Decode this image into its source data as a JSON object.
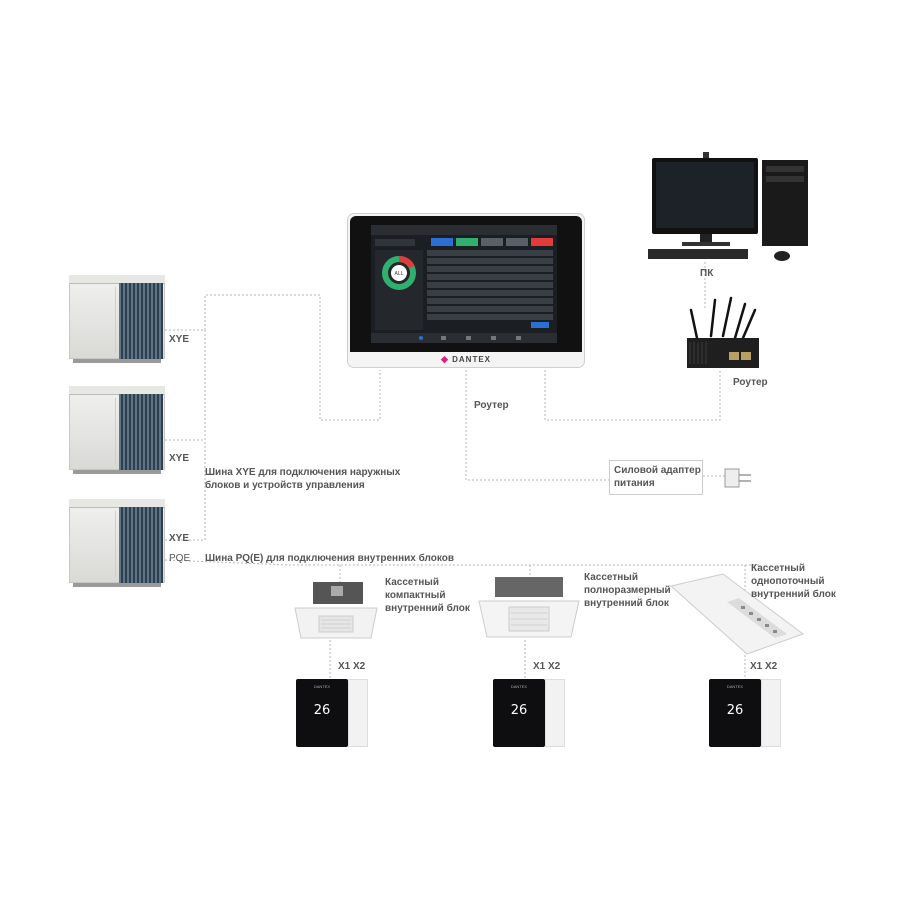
{
  "labels": {
    "xye1": "XYE",
    "xye2": "XYE",
    "xye3": "XYE",
    "pqe": "PQE",
    "xye_bus_line1": "Шина XYE для подключения наружных",
    "xye_bus_line2": "блоков и устройств управления",
    "pqe_bus": "Шина PQ(E) для подключения внутренних блоков",
    "router_center": "Роутер",
    "router_right": "Роутер",
    "pc": "ПК",
    "adapter_line1": "Силовой адаптер",
    "adapter_line2": "питания",
    "cassette1_l1": "Кассетный",
    "cassette1_l2": "компактный",
    "cassette1_l3": "внутренний блок",
    "cassette2_l1": "Кассетный",
    "cassette2_l2": "полноразмерный",
    "cassette2_l3": "внутренний блок",
    "cassette3_l1": "Кассетный",
    "cassette3_l2": "однопоточный",
    "cassette3_l3": "внутренний блок",
    "x1x2_a": "X1 X2",
    "x1x2_b": "X1 X2",
    "x1x2_c": "X1 X2"
  },
  "panel": {
    "brand": "DANTEX",
    "ring_label": "ALL"
  },
  "thermostat": {
    "temp": "26",
    "brand": "DANTEX"
  },
  "colors": {
    "wire": "#b5b5b5",
    "ring_green": "#2fb06f",
    "ring_red": "#e23b3b",
    "screen_bg": "#1b1e22",
    "panel_btn_blue": "#2b6fd3"
  }
}
